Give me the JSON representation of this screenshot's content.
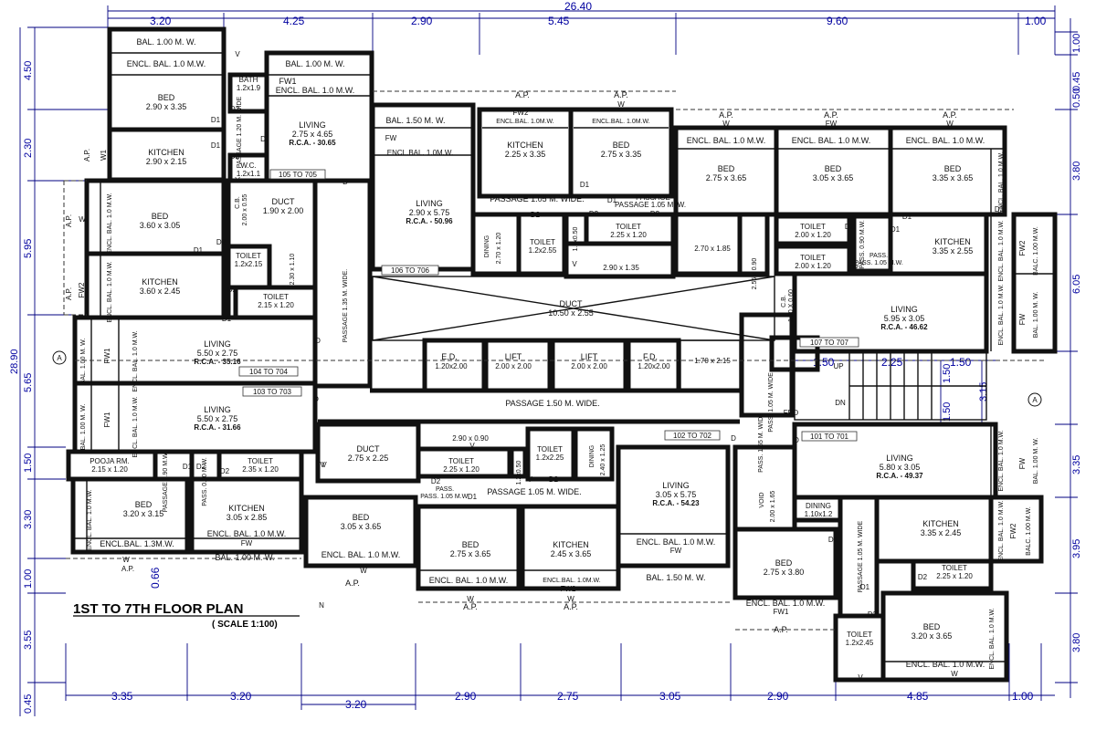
{
  "title": {
    "main": "1ST TO 7TH FLOOR PLAN",
    "scale": "( SCALE 1:100)"
  },
  "dims_top": {
    "total": "26.40",
    "segments": [
      "3.20",
      "4.25",
      "2.90",
      "5.45",
      "9.60",
      "1.00"
    ]
  },
  "dims_bottom": {
    "segments": [
      "3.35",
      "3.20",
      "2.90",
      "2.75",
      "3.05",
      "2.90",
      "4.85",
      "1.00"
    ],
    "sub": "3.20",
    "small": "0.66"
  },
  "dims_left": {
    "total": "28.90",
    "outer": [
      "4.50",
      "2.30",
      "5.95",
      "5.65",
      "1.50",
      "3.30",
      "1.00",
      "3.55",
      "0.45"
    ]
  },
  "dims_right": {
    "outer": [
      "1.00",
      "0.45",
      "3.80",
      "6.05",
      "3.15",
      "3.35",
      "3.95",
      "3.80"
    ],
    "top_small": "0.50",
    "stair": [
      "1.50",
      "2.25",
      "1.50",
      "1.50",
      "1.50"
    ]
  },
  "flat_tags": [
    "105 TO 705",
    "106 TO 706",
    "104 TO 704",
    "103 TO 703",
    "102 TO 702",
    "101 TO 701",
    "107 TO 707"
  ],
  "rooms": {
    "bal_100": "BAL. 1.00 M. W.",
    "bal_150": "BAL. 1.50 M. W.",
    "encl_bal_1mw": "ENCL. BAL. 1.0 M.W.",
    "encl_bal_1mw_compact": "ENCL.BAL. 1.0M.W.",
    "encl_bal_13": "ENCL.BAL. 1.3M.W.",
    "encl_bal_v": "ENCL. BAL. 1.0 M.W.",
    "bal_v": "BAL. 1.00 M. W.",
    "balc_v": "BALC. 1.00 M.W.",
    "bed": "BED",
    "kitchen": "KITCHEN",
    "living": "LIVING",
    "toilet": "TOILET",
    "bath": "BATH",
    "wc": "W.C.",
    "duct": "DUCT",
    "lift": "LIFT",
    "ed": "E.D.",
    "fd": "F.D.",
    "dining": "DINING",
    "pooja": "POOJA RM.",
    "void": "VOID",
    "passage": "PASSAGE",
    "pass": "PASS.",
    "ap": "A.P.",
    "cb": "C.B.",
    "fw": "FW",
    "fw1": "FW1",
    "fw2": "FW2",
    "frd": "FRD",
    "up": "UP",
    "dn": "DN",
    "d": "D",
    "d1": "D1",
    "d2": "D2",
    "v": "V",
    "w": "W",
    "w1": "W1",
    "n": "N",
    "a": "A",
    "passage_120": "PASSAGE 1.20 M. WIDE",
    "passage_105": "PASSAGE 1.05 M. WIDE.",
    "passage_150": "PASSAGE 1.50 M. WIDE.",
    "passage_135": "PASSAGE 1.35 M. WIDE.",
    "passage_105v": "PASSAGE 1.05 M. WIDE",
    "passage_090": "PASSAGE 0.90 M.W.",
    "passage_105mw": "PASSAGE 1.05 M. W.",
    "pass_105mw": "PASS. 1.05 M.W.",
    "pass_105wide": "PASS. 1.05 M. WIDE.",
    "pass_165": "PASS. 1.65 M. WIDE",
    "pass_090": "PASS. 0.90 M.W.",
    "sz_bed_290_335": "2.90 x 3.35",
    "sz_kit_290_215": "2.90 x 2.15",
    "sz_bath": "1.2x1.9",
    "sz_wc": "1.2x1.1",
    "sz_living_275_465": "2.75 x 4.65",
    "rca_3065": "R.C.A. - 30.65",
    "sz_bed_360_305": "3.60 x 3.05",
    "sz_kit_360_245": "3.60 x 2.45",
    "sz_duct_190_200": "1.90 x 2.00",
    "sz_cb_200_055": "2.00 x 0.55",
    "sz_toilet_12_215": "1.2x2.15",
    "sz_230_110": "2.30 x 1.10",
    "sz_toilet_215_120": "2.15 x 1.20",
    "sz_living_550_275": "5.50 x 2.75",
    "rca_3516": "R.C.A. - 35.16",
    "rca_3166": "R.C.A. - 31.66",
    "sz_pooja": "2.15 x 1.20",
    "sz_toilet_235_120": "2.35 x 1.20",
    "sz_bed_320_315": "3.20 x 3.15",
    "sz_kit_305_285": "3.05 x 2.85",
    "sz_living_290_575": "2.90 x 5.75",
    "rca_5096": "R.C.A. - 50.96",
    "sz_dining_270_120": "2.70 x 1.20",
    "sz_toilet_12_255": "1.2x2.55",
    "sz_125_050": "1.2x0.50",
    "sz_kit_225_335": "2.25 x 3.35",
    "sz_bed_275_335": "2.75 x 3.35",
    "sz_toilet_225_120": "2.25 x 1.20",
    "sz_290_135": "2.90 x 1.35",
    "sz_270_185": "2.70 x 1.85",
    "sz_255_090": "2.55 x 0.90",
    "sz_duct_1050_255": "10.50 x 2.55",
    "sz_ed": "1.20x2.00",
    "sz_lift": "2.00 x 2.00",
    "sz_fd": "1.20x2.00",
    "sz_170_215": "1.70 x 2.15",
    "sz_140_060": "1.40 X 0.60",
    "sz_bed_275_365": "2.75 x 3.65",
    "sz_bed_305_365": "3.05 x 3.65",
    "sz_bed_335_365": "3.35 x 3.65",
    "sz_toilet_200_120": "2.00 x 1.20",
    "sz_kit_335_255": "3.35 x 2.55",
    "sz_living_595_305": "5.95 x 3.05",
    "rca_4662": "R.C.A. - 46.62",
    "sz_duct_275_225": "2.75 x 2.25",
    "sz_290_090": "2.90 x 0.90",
    "sz_toilet_12_225": "1.2x2.25",
    "sz_dining_240_125": "2.40 x 1.25",
    "sz_bed_305_365b": "3.05 x 3.65",
    "sz_living_305_575": "3.05 x 5.75",
    "rca_5423": "R.C.A. - 54.23",
    "sz_kit_245_365": "2.45 x 3.65",
    "sz_void": "2.00 x 1.65",
    "sz_dining_110_12": "1.10x1.2",
    "sz_bed_275_380": "2.75 x 3.80",
    "sz_living_580_305": "5.80 x 3.05",
    "rca_4937": "R.C.A. - 49.37",
    "sz_kit_335_245": "3.35 x 2.45",
    "sz_toilet_225_120b": "2.25 x 1.20",
    "sz_bed_320_365": "3.20 x 3.65",
    "sz_toilet_12_245": "1.2x2.45"
  }
}
